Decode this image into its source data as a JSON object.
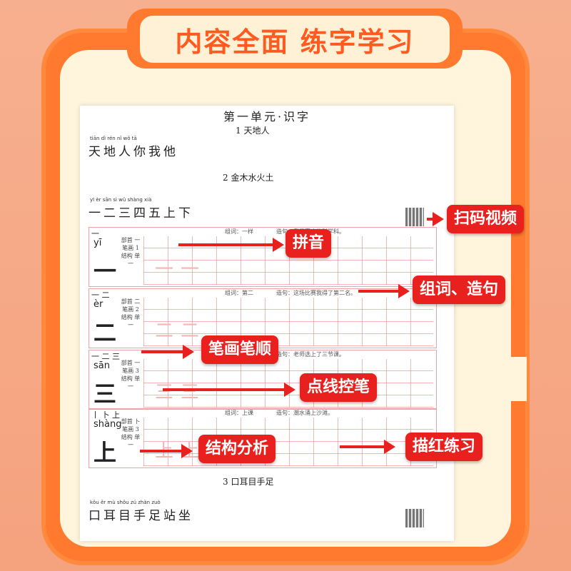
{
  "banner": {
    "title": "内容全面 练字学习"
  },
  "page": {
    "unit_title": "第一单元·识字",
    "lesson1": {
      "title": "1 天地人",
      "pinyin": "tiān dì rén nǐ wǒ tā",
      "chars": "天地人你我他"
    },
    "lesson2": {
      "title": "2 金木水火土",
      "pinyin": "yī èr sān sì wǔ shàng xià",
      "chars": "一二三四五上下"
    },
    "lesson3": {
      "title": "3 口耳目手足",
      "pinyin": "kǒu ěr mù shǒu zú zhàn zuò",
      "chars": "口耳目手足站坐"
    },
    "blocks": [
      {
        "strokes": "一",
        "pinyin": "yī",
        "char": "一",
        "meta": "部首 一 笔画 1 结构 单一",
        "word": "组词：一样　　　　造句：我最喜欢的科学科。",
        "trace": "一一"
      },
      {
        "strokes": "一 二",
        "pinyin": "èr",
        "char": "二",
        "meta": "部首 二 笔画 2 结构 单一",
        "word": "组词：第二　　　　造句：这场比赛我得了第二名。",
        "trace": "二二"
      },
      {
        "strokes": "一 二 三",
        "pinyin": "sān",
        "char": "三",
        "meta": "部首 一 笔画 3 结构 单一",
        "word": "组词：三天　　　　造句：老师选上了三节课。",
        "trace": "三三"
      },
      {
        "strokes": "丨 卜 上",
        "pinyin": "shàng",
        "char": "上",
        "meta": "部首 卜 笔画 3 结构 单一",
        "word": "组词：上课　　　　造句：潮水涌上沙滩。",
        "trace": "上上"
      }
    ]
  },
  "callouts": {
    "qr_video": "扫码视频",
    "pinyin": "拼音",
    "words": "组词、造句",
    "strokes": "笔画笔顺",
    "dotted": "点线控笔",
    "structure": "结构分析",
    "trace": "描红练习"
  },
  "colors": {
    "accent": "#ff7a2e",
    "callout": "#e8211e",
    "grid": "#f2a2a2"
  }
}
